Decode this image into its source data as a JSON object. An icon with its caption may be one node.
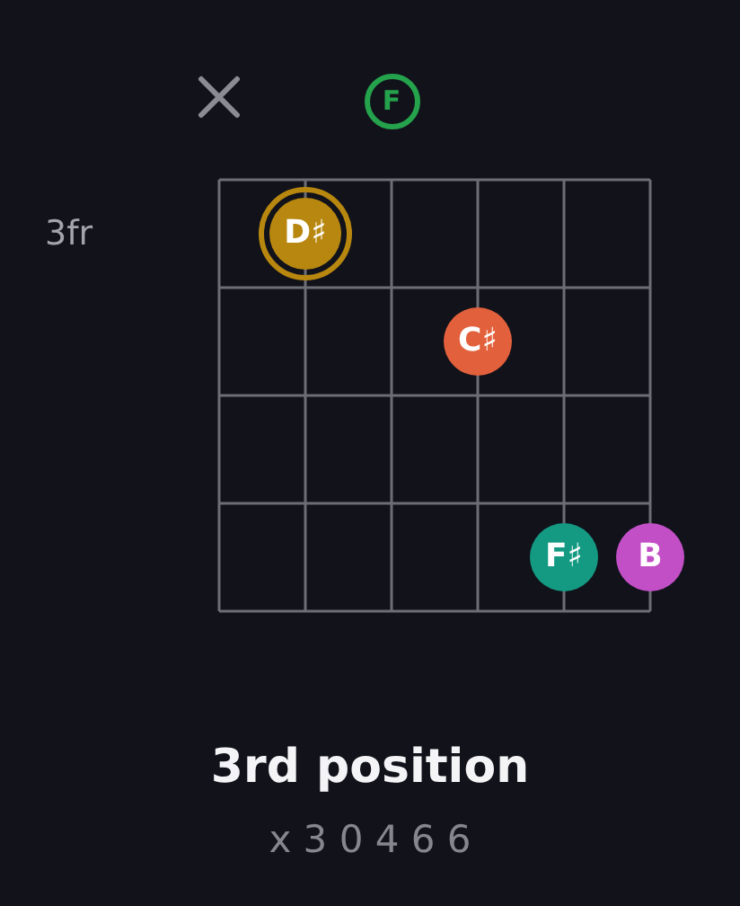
{
  "diagram": {
    "title": "3rd position",
    "caption": "x 3 0 4 6 6",
    "nodes": [
      {
        "text": [
          "F"
        ]
      },
      {
        "text": [
          "D♯"
        ]
      },
      {
        "text": [
          "C♯"
        ]
      },
      {
        "text": [
          "F♯"
        ]
      },
      {
        "text": [
          "B"
        ]
      }
    ],
    "labels": [
      "3fr"
    ]
  }
}
